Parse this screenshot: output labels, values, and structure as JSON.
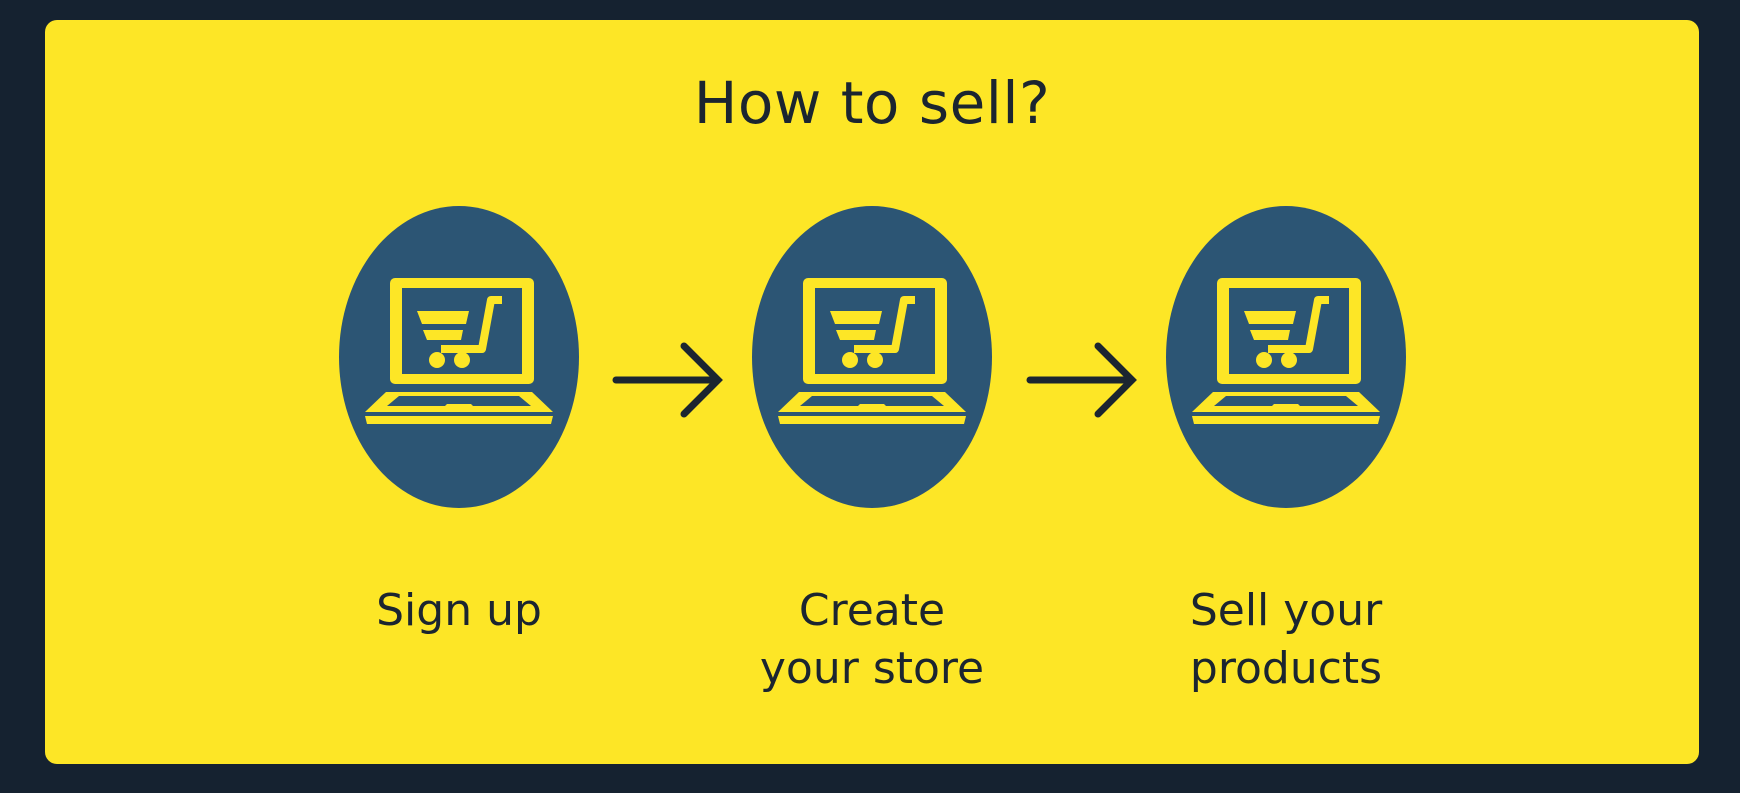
{
  "title": "How to sell?",
  "steps": [
    {
      "label": "Sign up",
      "icon": "laptop-cart-icon"
    },
    {
      "label": "Create\nyour store",
      "icon": "laptop-cart-icon"
    },
    {
      "label": "Sell your\nproducts",
      "icon": "laptop-cart-icon"
    }
  ],
  "connector_icon": "arrow-right-icon",
  "colors": {
    "page_background": "#152230",
    "card_background": "#FDE626",
    "circle_fill": "#2C5574",
    "icon_fill": "#FDE626",
    "text": "#1B2530"
  }
}
